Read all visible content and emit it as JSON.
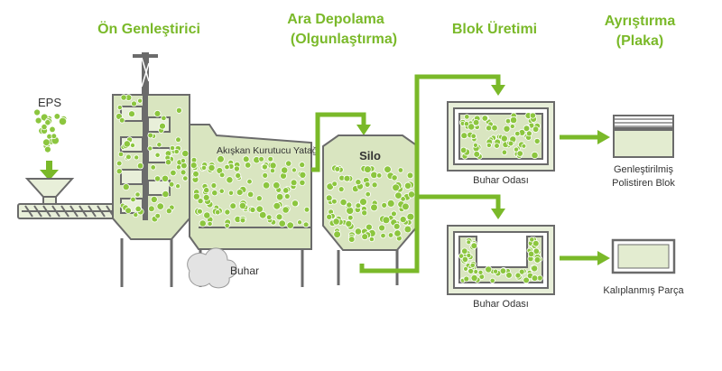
{
  "stages": {
    "pre_expander": "Ön Genleştirici",
    "intermediate_storage_line1": "Ara Depolama",
    "intermediate_storage_line2": "(Olgunlaştırma)",
    "block_production": "Blok Üretimi",
    "separation_line1": "Ayrıştırma",
    "separation_line2": "(Plaka)"
  },
  "labels": {
    "eps": "EPS",
    "fluid_bed_dryer": "Akışkan Kurutucu Yatağı",
    "silo": "Silo",
    "steam": "Buhar",
    "steam_chamber_top": "Buhar Odası",
    "steam_chamber_bottom": "Buhar Odası",
    "expanded_block_line1": "Genleştirilmiş",
    "expanded_block_line2": "Polistiren Blok",
    "molded_part": "Kalıplanmış Parça"
  },
  "colors": {
    "accent_green": "#7ab929",
    "bead_green": "#8cc63f",
    "machine_gray": "#6b6b6b",
    "fill_light": "#d9e5c0"
  }
}
